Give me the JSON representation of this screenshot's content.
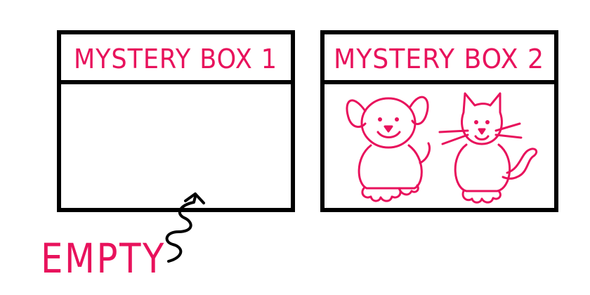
{
  "colors": {
    "accent": "#e8125c",
    "ink": "#000000",
    "background": "#ffffff"
  },
  "boxes": [
    {
      "title": "MYSTERY BOX 1",
      "contents": []
    },
    {
      "title": "MYSTERY BOX 2",
      "contents": [
        "dog-drawing",
        "cat-drawing"
      ]
    }
  ],
  "callout": {
    "label": "EMPTY"
  }
}
